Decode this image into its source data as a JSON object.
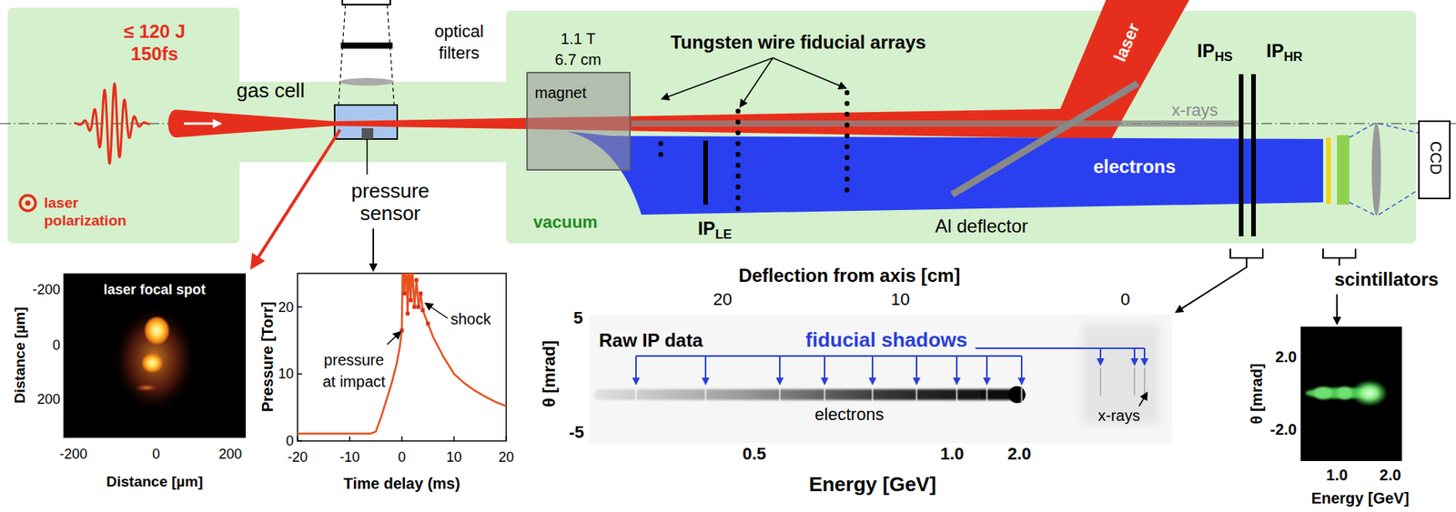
{
  "diagram": {
    "nodes": [
      {
        "text": [
          "≤ 120 J 150fs",
          "laser polarization"
        ]
      },
      {
        "text": [
          "vacuum"
        ]
      },
      {
        "text": [
          "1.1 T 6.7 cm",
          "magnet"
        ],
        "in": 1
      },
      {
        "text": [
          "CCD"
        ]
      },
      {
        "text": [
          "laser focal spot"
        ]
      },
      {
        "text": [
          "Raw IP data",
          "fiducial shadows",
          "electrons",
          "x-rays"
        ]
      }
    ],
    "labels": [
      "gas cell",
      "optical filters",
      "pressure sensor",
      "Tungsten wire fiducial arrays",
      "laser",
      "IPHS",
      "IPHR",
      "x-rays",
      "electrons",
      "IPLE",
      "Al deflector",
      "scintillators",
      "-200",
      "0",
      "200",
      "Distance [µm]",
      "-200",
      "0",
      "200",
      "Distance [µm]",
      "Pressure [Torr]",
      "20",
      "10",
      "0",
      "-20",
      "-10",
      "0",
      "10",
      "20",
      "Time delay (ms)",
      "shock",
      "pressure at impact",
      "Deflection from axis [cm]",
      "20",
      "10",
      "0",
      "θ [mrad]",
      "5",
      "-5",
      "0.5",
      "1.0",
      "2.0",
      "Energy [GeV]",
      "θ [mrad]",
      "2.0",
      "-2.0",
      "1.0",
      "2.0",
      "Energy [GeV]"
    ]
  }
}
